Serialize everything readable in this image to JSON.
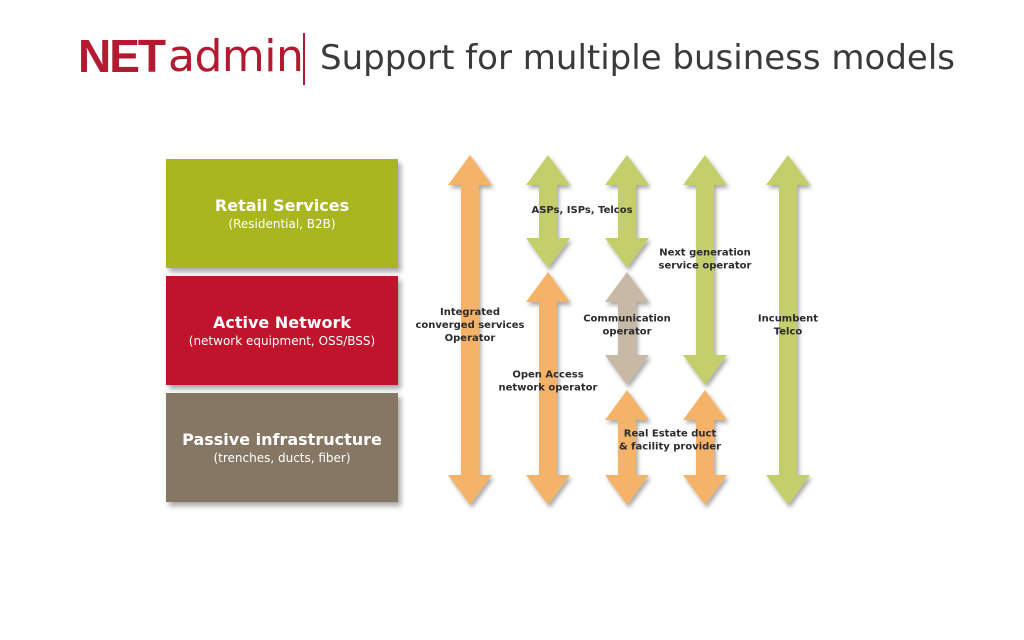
{
  "header": {
    "logo_net": "NET",
    "logo_admin": "admin",
    "title": "Support for multiple business models"
  },
  "layers": [
    {
      "title": "Retail Services",
      "subtitle": "(Residential, B2B)",
      "color": "#a9b61f"
    },
    {
      "title": "Active Network",
      "subtitle": "(network equipment, OSS/BSS)",
      "color": "#c0132c"
    },
    {
      "title": "Passive infrastructure",
      "subtitle": "(trenches, ducts, fiber)",
      "color": "#857764"
    }
  ],
  "colors": {
    "orange": "#f5b36a",
    "green": "#c4ce6a",
    "taupe": "#c8b8a6",
    "brand": "#b5192f"
  },
  "arrows": [
    {
      "id": "integrated",
      "color": "orange",
      "lines": [
        "Integrated",
        "converged services",
        "Operator"
      ]
    },
    {
      "id": "asps",
      "color": "green",
      "lines": [
        "ASPs, ISPs, Telcos"
      ]
    },
    {
      "id": "open-access",
      "color": "orange",
      "lines": [
        "Open Access",
        "network operator"
      ]
    },
    {
      "id": "communication",
      "color": "taupe",
      "lines": [
        "Communication",
        "operator"
      ]
    },
    {
      "id": "real-estate",
      "color": "orange",
      "lines": [
        "Real Estate duct",
        "& facility provider"
      ]
    },
    {
      "id": "next-gen",
      "color": "green",
      "lines": [
        "Next generation",
        "service operator"
      ]
    },
    {
      "id": "incumbent",
      "color": "green",
      "lines": [
        "Incumbent",
        "Telco"
      ]
    }
  ]
}
